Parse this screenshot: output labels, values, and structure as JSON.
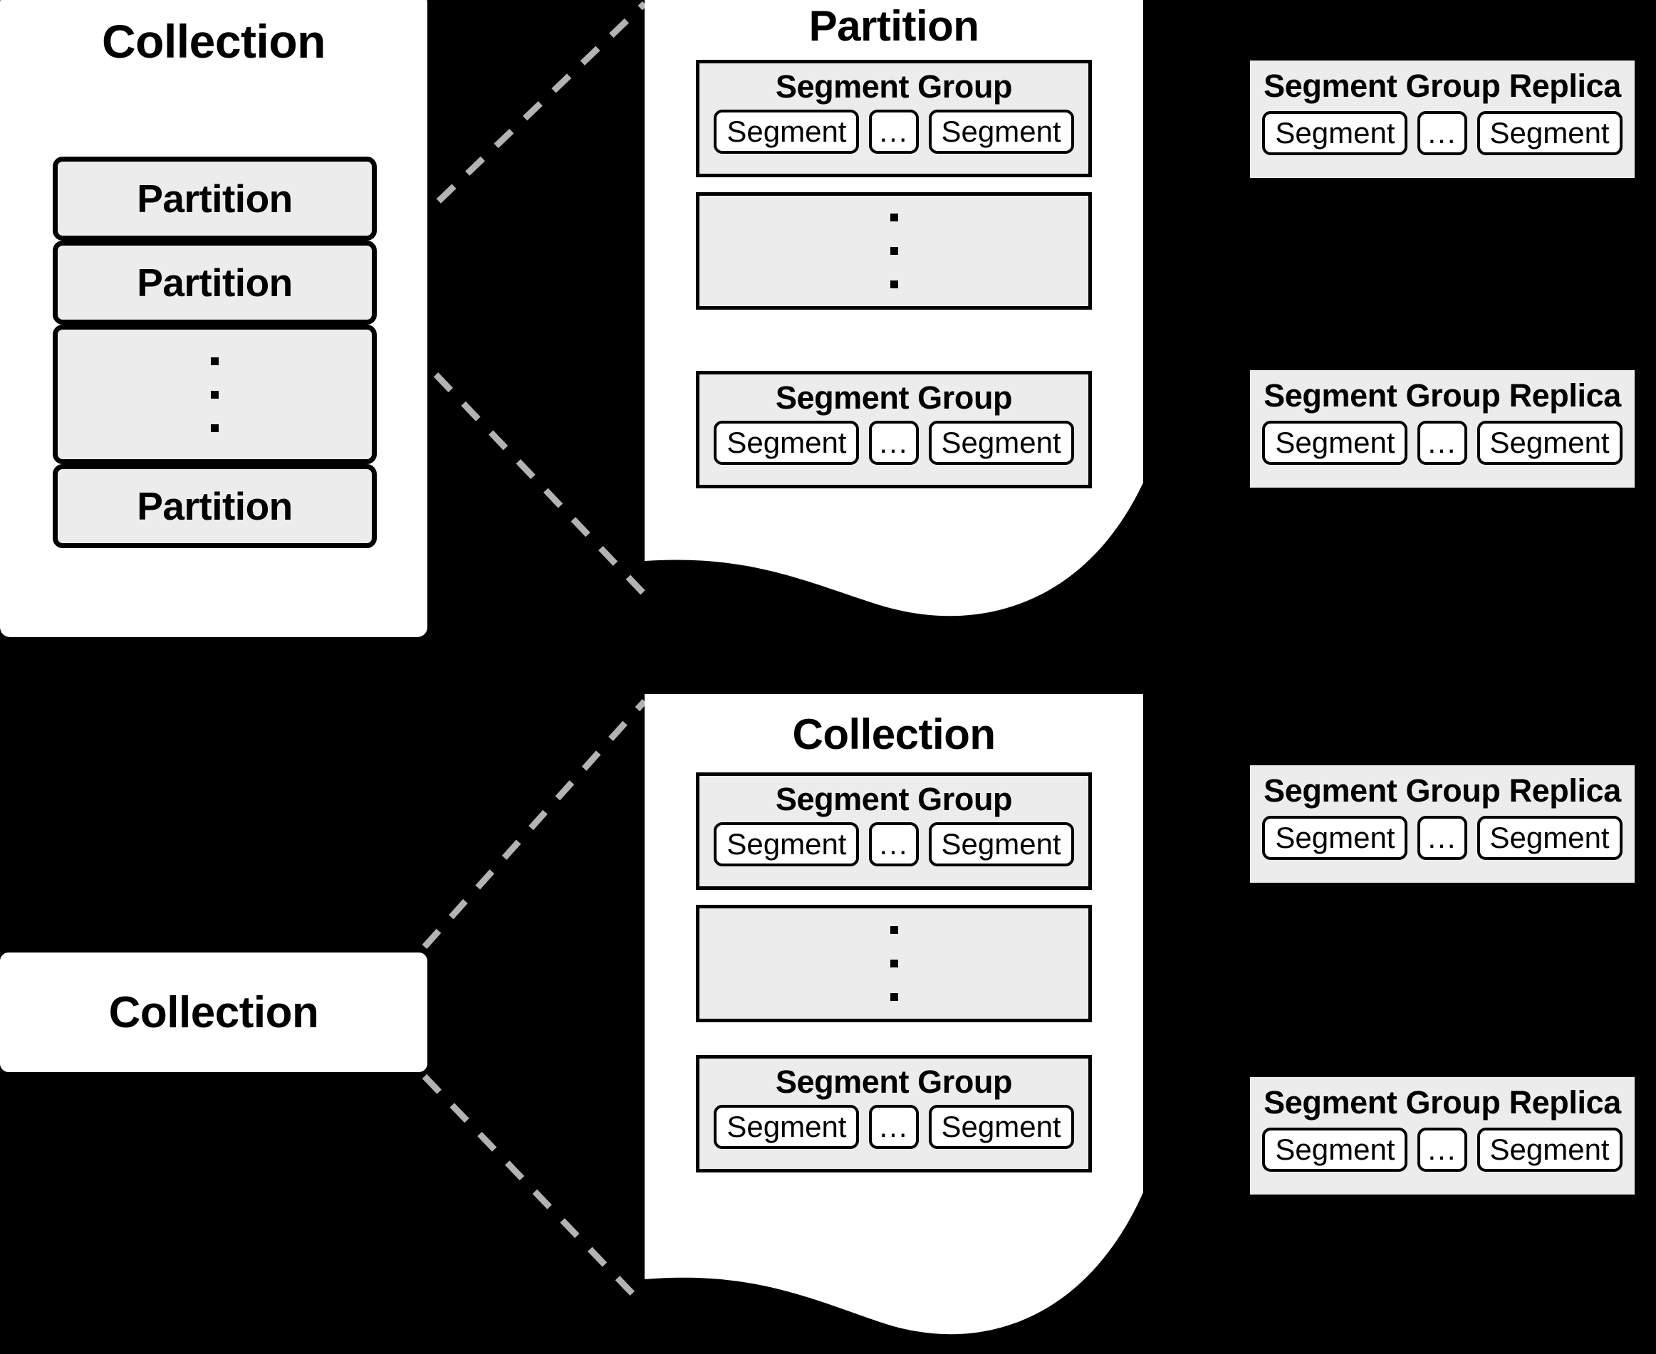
{
  "diagram": {
    "title": "Collection / Partition / Segment Group hierarchy",
    "background_color": "#000000",
    "panel_color": "#ffffff",
    "group_fill_color": "#ececec",
    "stroke_color": "#000000",
    "connector_color": "#b3b3b3",
    "ellipsis_glyph": "..."
  },
  "top": {
    "collection_card": {
      "title": "Collection",
      "partitions": [
        {
          "label": "Partition"
        },
        {
          "label": "Partition"
        },
        {
          "label": "",
          "is_ellipsis": true
        },
        {
          "label": "Partition"
        }
      ]
    },
    "detail_panel": {
      "title": "Partition",
      "segment_groups": [
        {
          "title": "Segment Group",
          "segments": [
            "Segment",
            "...",
            "Segment"
          ]
        },
        {
          "title": "",
          "is_ellipsis": true,
          "segments": []
        },
        {
          "title": "Segment Group",
          "segments": [
            "Segment",
            "...",
            "Segment"
          ]
        }
      ]
    },
    "replicas": [
      {
        "title": "Segment Group Replica",
        "segments": [
          "Segment",
          "...",
          "Segment"
        ]
      },
      {
        "title": "Segment Group Replica",
        "segments": [
          "Segment",
          "...",
          "Segment"
        ]
      }
    ]
  },
  "bottom": {
    "collection_card": {
      "title": "Collection"
    },
    "detail_panel": {
      "title": "Collection",
      "segment_groups": [
        {
          "title": "Segment Group",
          "segments": [
            "Segment",
            "...",
            "Segment"
          ]
        },
        {
          "title": "",
          "is_ellipsis": true,
          "segments": []
        },
        {
          "title": "Segment Group",
          "segments": [
            "Segment",
            "...",
            "Segment"
          ]
        }
      ]
    },
    "replicas": [
      {
        "title": "Segment Group Replica",
        "segments": [
          "Segment",
          "...",
          "Segment"
        ]
      },
      {
        "title": "Segment Group Replica",
        "segments": [
          "Segment",
          "...",
          "Segment"
        ]
      }
    ]
  }
}
